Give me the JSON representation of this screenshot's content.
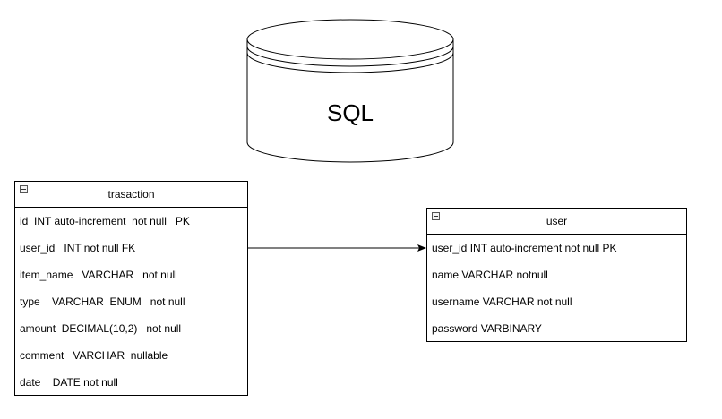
{
  "database": {
    "label": "SQL"
  },
  "tables": {
    "trasaction": {
      "title": "trasaction",
      "rows": [
        "id  INT auto-increment  not null   PK",
        "user_id   INT not null FK",
        "item_name   VARCHAR   not null",
        "type    VARCHAR  ENUM   not null",
        "amount  DECIMAL(10,2)   not null",
        "comment   VARCHAR  nullable",
        "date    DATE not null"
      ]
    },
    "user": {
      "title": "user",
      "rows": [
        "user_id INT auto-increment not null PK",
        "name VARCHAR notnull",
        "username VARCHAR not null",
        "password VARBINARY"
      ]
    }
  },
  "relationship": {
    "from": "trasaction.user_id",
    "to": "user.user_id"
  }
}
